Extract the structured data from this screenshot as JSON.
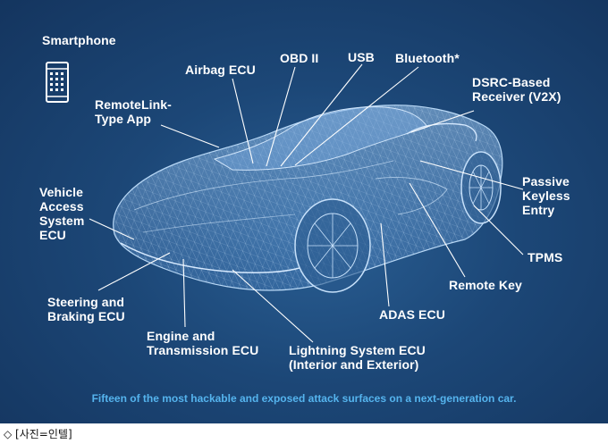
{
  "labels": {
    "smartphone": "Smartphone",
    "airbag": "Airbag ECU",
    "obd": "OBD II",
    "usb": "USB",
    "bluetooth": "Bluetooth*",
    "dsrc": "DSRC-Based\nReceiver (V2X)",
    "remotelink": "RemoteLink-\nType App",
    "vehicle_access": "Vehicle\nAccess\nSystem\nECU",
    "passive_keyless": "Passive\nKeyless\nEntry",
    "tpms": "TPMS",
    "remote_key": "Remote Key",
    "adas": "ADAS ECU",
    "steering": "Steering and\nBraking ECU",
    "engine": "Engine and\nTransmission ECU",
    "lightning": "Lightning System ECU\n(Interior and Exterior)"
  },
  "caption": "Fifteen of the most hackable and exposed attack surfaces on a next-generation car.",
  "credit": "◇ [사진=인텔]",
  "colors": {
    "background": "#1c4777",
    "label": "#ffffff",
    "caption": "#55b4ee",
    "car_wire": "#a9cdf0"
  }
}
